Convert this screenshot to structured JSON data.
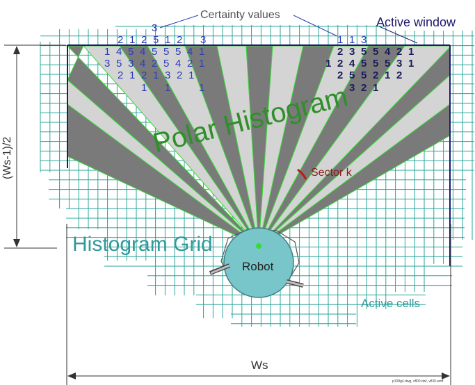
{
  "labels": {
    "certainty": "Certainty values",
    "active_window": "Active window",
    "polar_histogram": "Polar Histogram",
    "sector_k": "Sector k",
    "histogram_grid": "Histogram Grid",
    "robot": "Robot",
    "active_cells": "Active cells",
    "ws": "Ws",
    "ws_half": "(Ws-1)/2",
    "footer": "p108g4.dwg, vfl00.dwl, vfl30.wmf"
  },
  "certainty_left": {
    "row0": [
      "3"
    ],
    "row1": [
      "2",
      "1",
      "2",
      "5",
      "1",
      "2",
      "",
      "3"
    ],
    "row2": [
      "1",
      "4",
      "5",
      "4",
      "5",
      "5",
      "5",
      "4",
      "1"
    ],
    "row3": [
      "3",
      "5",
      "3",
      "4",
      "2",
      "5",
      "4",
      "2",
      "1"
    ],
    "row4": [
      "2",
      "1",
      "2",
      "1",
      "3",
      "2",
      "1"
    ],
    "row5": [
      "1",
      "1",
      "1"
    ]
  },
  "certainty_right": {
    "row1": [
      "1",
      "1",
      "3"
    ],
    "row2": [
      "2",
      "3",
      "5",
      "5",
      "4",
      "2",
      "1"
    ],
    "row3": [
      "1",
      "2",
      "4",
      "5",
      "5",
      "5",
      "3",
      "1"
    ],
    "row4": [
      "2",
      "5",
      "5",
      "2",
      "1",
      "2"
    ],
    "row5": [
      "3",
      "2",
      "1"
    ]
  },
  "colors": {
    "grid_line": "#2aa59a",
    "window_line": "#1f1a6e",
    "light_sector": "#d4d4d4",
    "dark_sector": "#7a7a7a",
    "green_text": "#2f8f2a",
    "teal_text": "#2f9a9a",
    "robot_fill": "#78c6c9",
    "sector_red": "#c01818",
    "digit_blue": "#2a3cb8"
  }
}
